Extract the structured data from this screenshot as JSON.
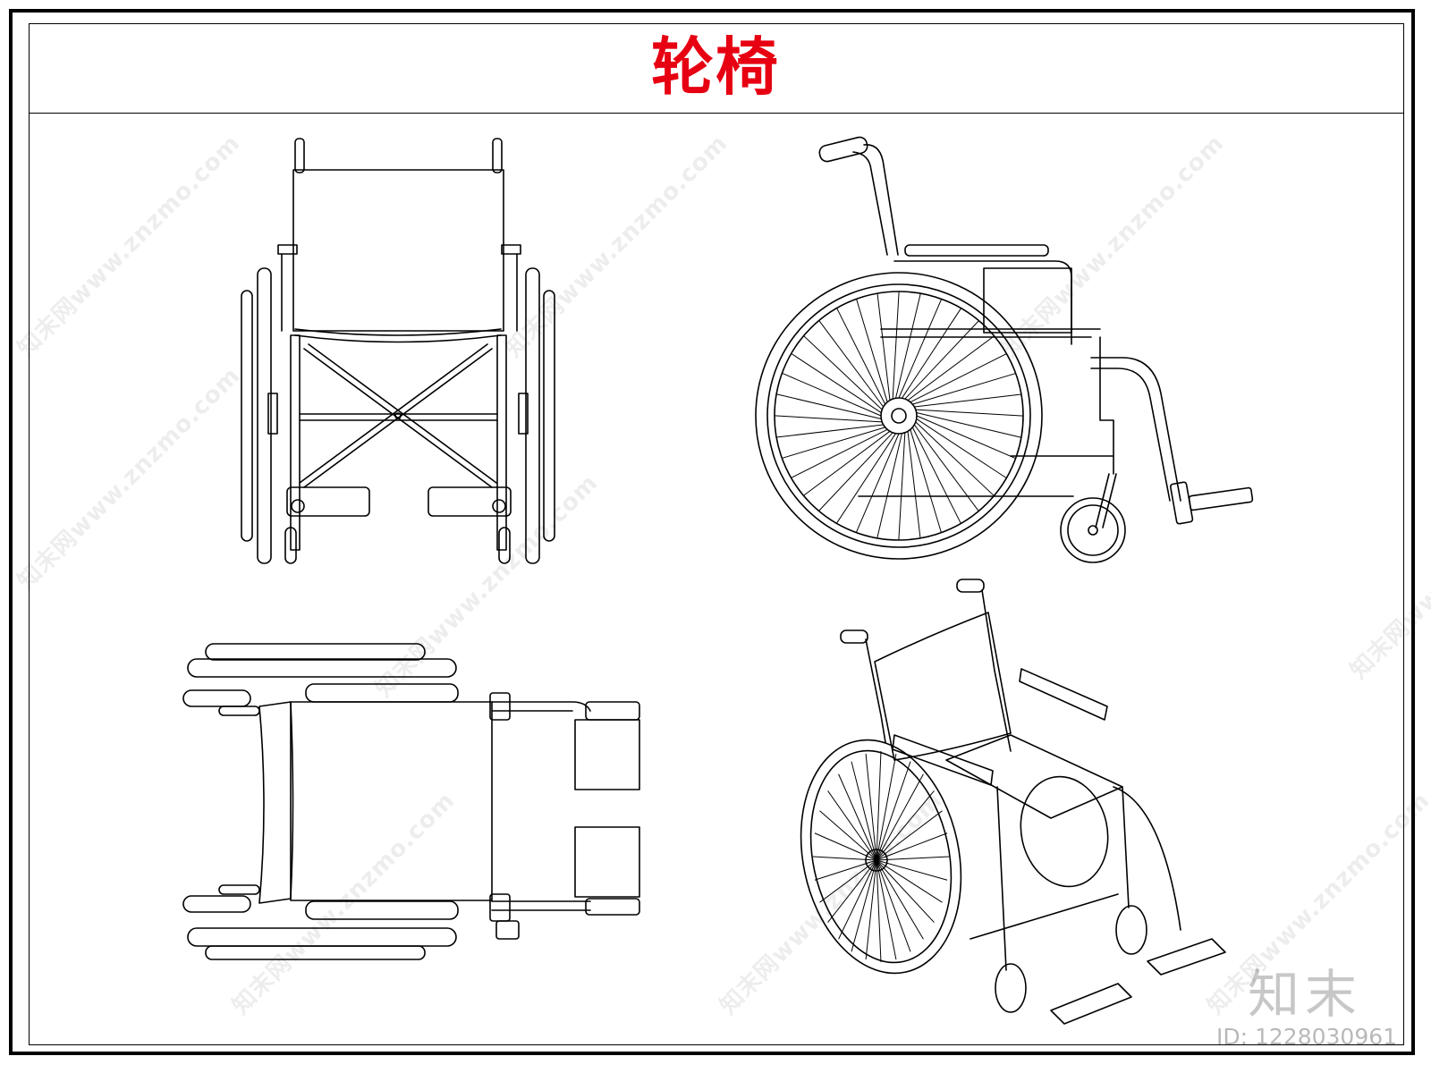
{
  "drawing": {
    "title": "轮椅",
    "title_color": "#e60012",
    "views": [
      "front-view",
      "side-view",
      "top-view",
      "isometric-view"
    ]
  },
  "watermark": {
    "text": "知末网www.znzmo.com",
    "logo": "知末",
    "id_label": "ID: 1228030961"
  }
}
